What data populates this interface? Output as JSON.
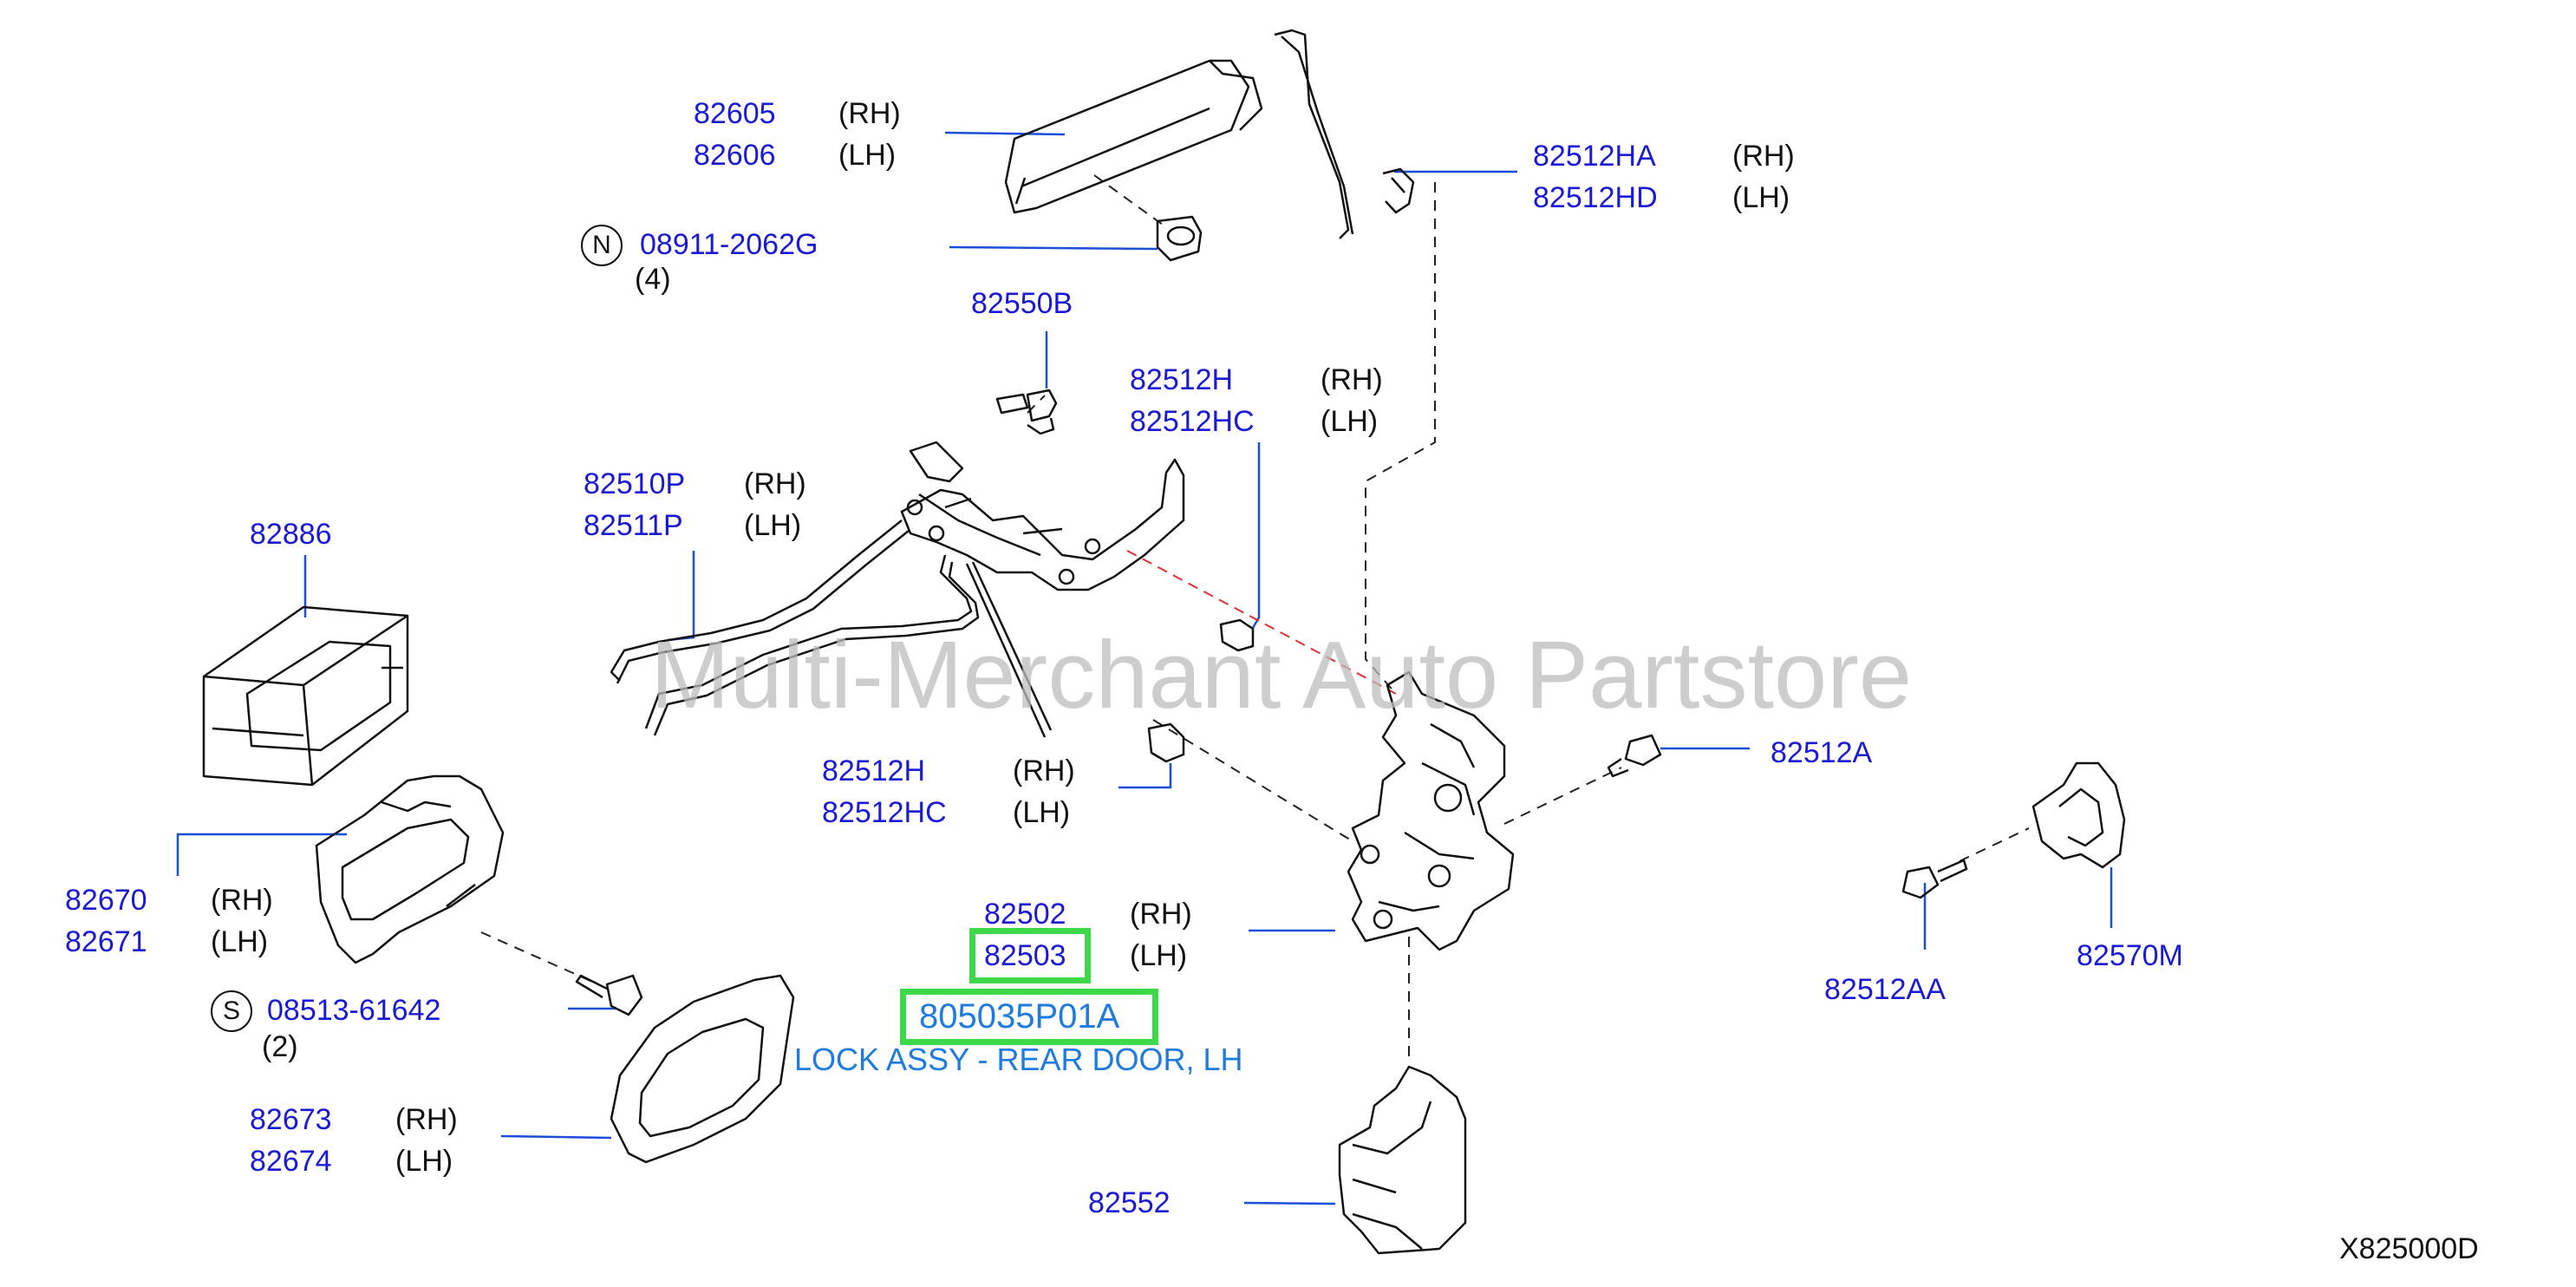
{
  "diagram": {
    "watermark": "Multi-Merchant Auto Partstore",
    "ref_code": "X825000D",
    "colors": {
      "part_number": "#1a1ad6",
      "highlight": "#3ed84a",
      "description": "#1e7be0",
      "leader": "#1c4fd8",
      "dashed": "#222222",
      "red_dashed": "#e03030"
    },
    "callouts": {
      "c82605": {
        "num": "82605",
        "side": "(RH)"
      },
      "c82606": {
        "num": "82606",
        "side": "(LH)"
      },
      "c08911": {
        "circle": "N",
        "num": "08911-2062G",
        "qty": "(4)"
      },
      "c82512HA": {
        "num": "82512HA",
        "side": "(RH)"
      },
      "c82512HD": {
        "num": "82512HD",
        "side": "(LH)"
      },
      "c82550B": {
        "num": "82550B"
      },
      "c82512H_a": {
        "num": "82512H",
        "side": "(RH)"
      },
      "c82512HC_a": {
        "num": "82512HC",
        "side": "(LH)"
      },
      "c82510P": {
        "num": "82510P",
        "side": "(RH)"
      },
      "c82511P": {
        "num": "82511P",
        "side": "(LH)"
      },
      "c82886": {
        "num": "82886"
      },
      "c82512H_b": {
        "num": "82512H",
        "side": "(RH)"
      },
      "c82512HC_b": {
        "num": "82512HC",
        "side": "(LH)"
      },
      "c82512A": {
        "num": "82512A"
      },
      "c82670": {
        "num": "82670",
        "side": "(RH)"
      },
      "c82671": {
        "num": "82671",
        "side": "(LH)"
      },
      "c82502": {
        "num": "82502",
        "side": "(RH)"
      },
      "c82503": {
        "num": "82503",
        "side": "(LH)"
      },
      "c805035": {
        "num": "805035P01A",
        "desc": "LOCK ASSY - REAR DOOR, LH"
      },
      "c08513": {
        "circle": "S",
        "num": "08513-61642",
        "qty": "(2)"
      },
      "c82512AA": {
        "num": "82512AA"
      },
      "c82570M": {
        "num": "82570M"
      },
      "c82673": {
        "num": "82673",
        "side": "(RH)"
      },
      "c82674": {
        "num": "82674",
        "side": "(LH)"
      },
      "c82552": {
        "num": "82552"
      }
    }
  }
}
